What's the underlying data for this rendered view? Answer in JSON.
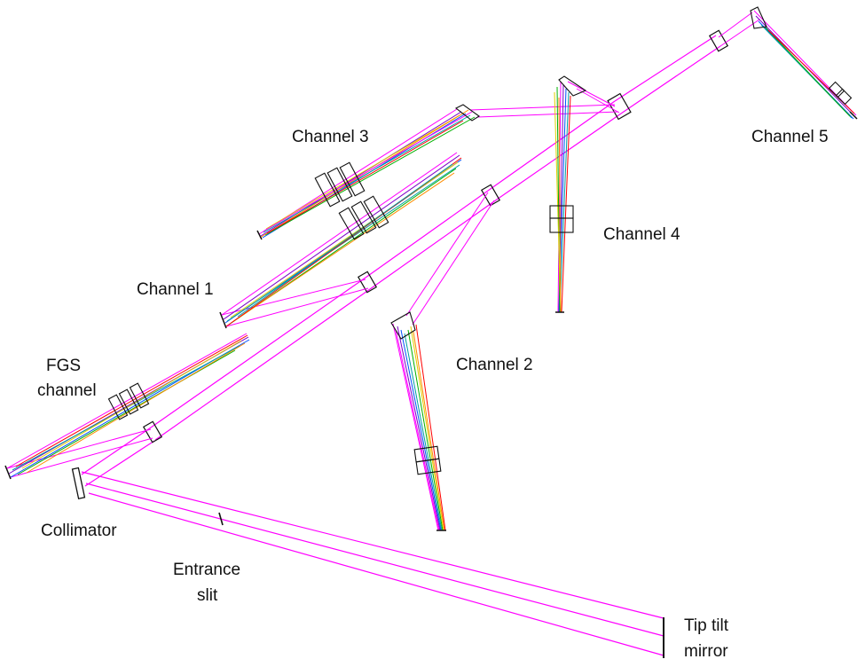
{
  "labels": {
    "channel3": "Channel 3",
    "channel5": "Channel 5",
    "channel4": "Channel 4",
    "channel1": "Channel 1",
    "channel2": "Channel 2",
    "fgs_line1": "FGS",
    "fgs_line2": "channel",
    "collimator": "Collimator",
    "entrance_line1": "Entrance",
    "entrance_line2": "slit",
    "tiptilt_line1": "Tip tilt",
    "tiptilt_line2": "mirror"
  },
  "colors": {
    "main_beam": "#ff00ff",
    "optics": "#111111",
    "spectrum": [
      "#ff0000",
      "#ff8c00",
      "#e0d000",
      "#00b000",
      "#00a0a0",
      "#0050ff",
      "#7a00c8",
      "#ff00ff"
    ]
  }
}
